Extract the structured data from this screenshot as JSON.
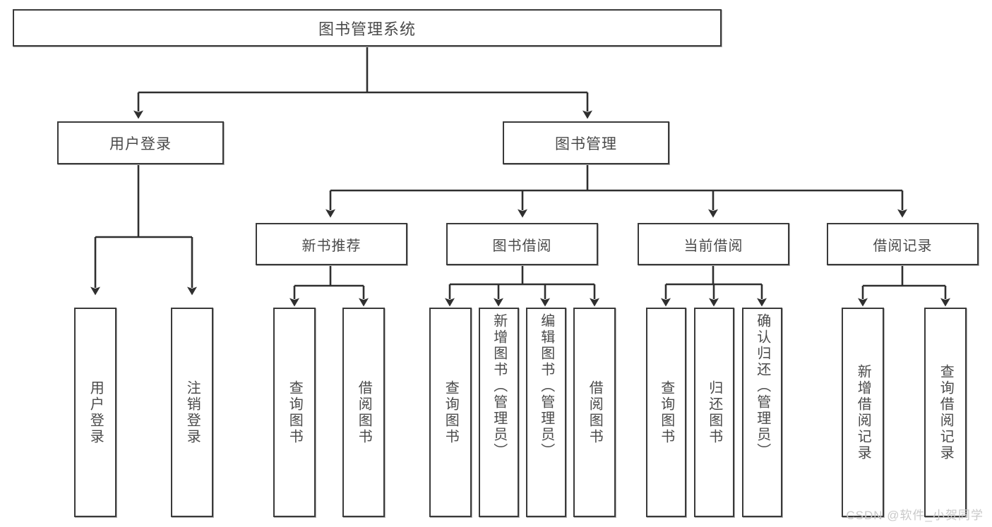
{
  "diagram": {
    "title": "图书管理系统",
    "type": "tree",
    "watermark": "CSDN @软件_小贺同学",
    "colors": {
      "stroke": "#3a3a3a",
      "text": "#4a4a4a",
      "background": "#ffffff",
      "watermark": "#c9c9c9"
    },
    "nodes": {
      "root": {
        "label": "图书管理系统",
        "level": 1
      },
      "user_login": {
        "label": "用户登录",
        "level": 2
      },
      "book_manage": {
        "label": "图书管理",
        "level": 2
      },
      "new_book_rec": {
        "label": "新书推荐",
        "level": 3
      },
      "book_borrow": {
        "label": "图书借阅",
        "level": 3
      },
      "current_borrow": {
        "label": "当前借阅",
        "level": 3
      },
      "borrow_record": {
        "label": "借阅记录",
        "level": 3
      },
      "leaf_user_login": {
        "label": "用户登录",
        "level": 4
      },
      "leaf_logout": {
        "label": "注销登录",
        "level": 4
      },
      "leaf_query_book_1": {
        "label": "查询图书",
        "level": 4
      },
      "leaf_borrow_book_1": {
        "label": "借阅图书",
        "level": 4
      },
      "leaf_query_book_2": {
        "label": "查询图书",
        "level": 4
      },
      "leaf_add_book": {
        "label": "新增图书（管理员）",
        "level": 4
      },
      "leaf_edit_book": {
        "label": "编辑图书（管理员）",
        "level": 4
      },
      "leaf_borrow_book_2": {
        "label": "借阅图书",
        "level": 4
      },
      "leaf_query_book_3": {
        "label": "查询图书",
        "level": 4
      },
      "leaf_return_book": {
        "label": "归还图书",
        "level": 4
      },
      "leaf_confirm_return": {
        "label": "确认归还（管理员）",
        "level": 4
      },
      "leaf_add_record": {
        "label": "新增借阅记录",
        "level": 4
      },
      "leaf_query_record": {
        "label": "查询借阅记录",
        "level": 4
      }
    },
    "edges": [
      {
        "from": "root",
        "to": "user_login"
      },
      {
        "from": "root",
        "to": "book_manage"
      },
      {
        "from": "user_login",
        "to": "leaf_user_login"
      },
      {
        "from": "user_login",
        "to": "leaf_logout"
      },
      {
        "from": "book_manage",
        "to": "new_book_rec"
      },
      {
        "from": "book_manage",
        "to": "book_borrow"
      },
      {
        "from": "book_manage",
        "to": "current_borrow"
      },
      {
        "from": "book_manage",
        "to": "borrow_record"
      },
      {
        "from": "new_book_rec",
        "to": "leaf_query_book_1"
      },
      {
        "from": "new_book_rec",
        "to": "leaf_borrow_book_1"
      },
      {
        "from": "book_borrow",
        "to": "leaf_query_book_2"
      },
      {
        "from": "book_borrow",
        "to": "leaf_add_book"
      },
      {
        "from": "book_borrow",
        "to": "leaf_edit_book"
      },
      {
        "from": "book_borrow",
        "to": "leaf_borrow_book_2"
      },
      {
        "from": "current_borrow",
        "to": "leaf_query_book_3"
      },
      {
        "from": "current_borrow",
        "to": "leaf_return_book"
      },
      {
        "from": "current_borrow",
        "to": "leaf_confirm_return"
      },
      {
        "from": "borrow_record",
        "to": "leaf_add_record"
      },
      {
        "from": "borrow_record",
        "to": "leaf_query_record"
      }
    ]
  }
}
